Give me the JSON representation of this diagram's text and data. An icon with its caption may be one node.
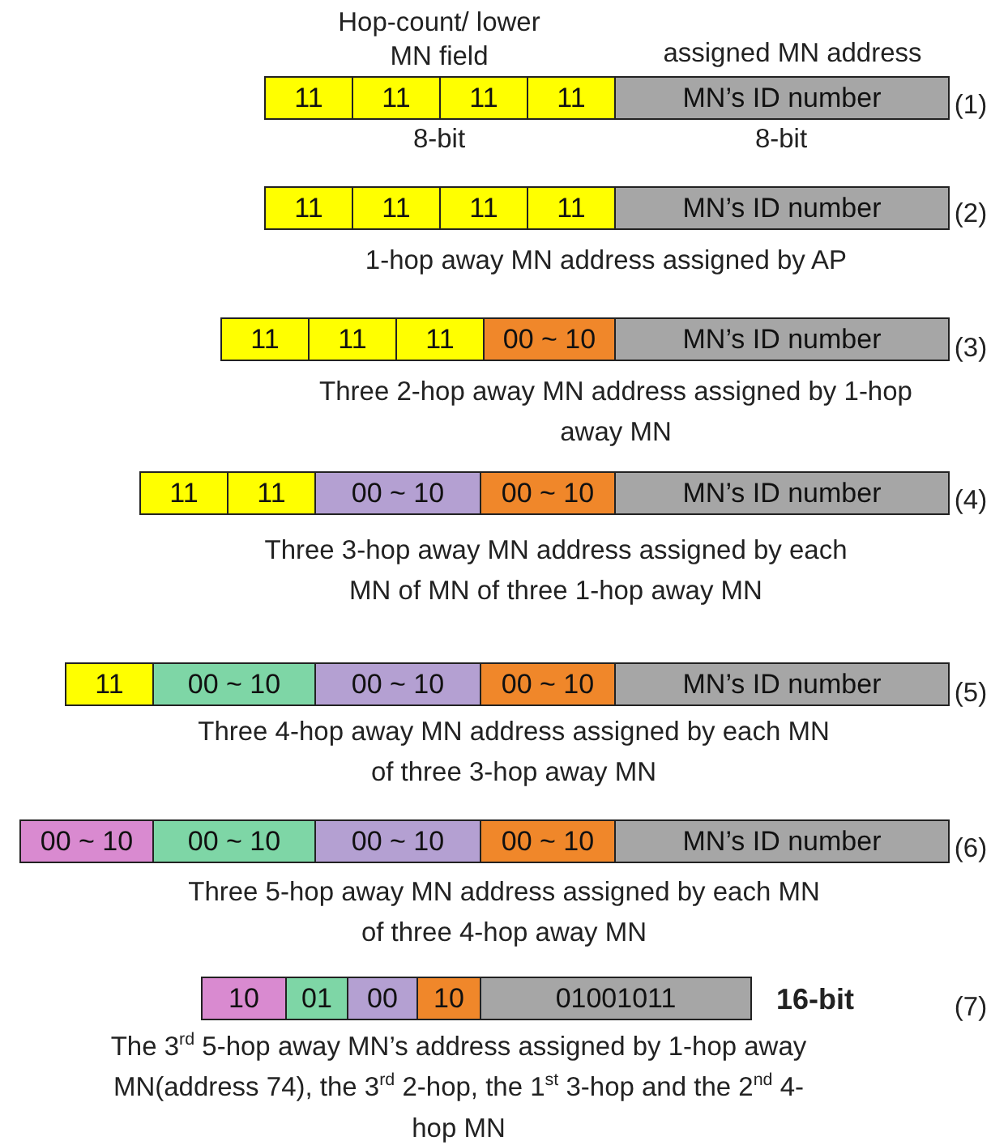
{
  "diagram": {
    "nodes": [
      {
        "text": [
          "11"
        ]
      },
      {
        "text": [
          "11"
        ]
      },
      {
        "text": [
          "11"
        ]
      },
      {
        "text": [
          "11"
        ]
      },
      {
        "text": [
          "MN’s ID number"
        ]
      },
      {
        "text": [
          "11"
        ]
      },
      {
        "text": [
          "11"
        ]
      },
      {
        "text": [
          "11"
        ]
      },
      {
        "text": [
          "11"
        ]
      },
      {
        "text": [
          "MN’s ID number"
        ]
      },
      {
        "text": [
          "11"
        ]
      },
      {
        "text": [
          "11"
        ]
      },
      {
        "text": [
          "11"
        ]
      },
      {
        "text": [
          "00 ~ 10"
        ]
      },
      {
        "text": [
          "MN’s ID number"
        ]
      },
      {
        "text": [
          "11"
        ]
      },
      {
        "text": [
          "11"
        ]
      },
      {
        "text": [
          "00 ~ 10"
        ]
      },
      {
        "text": [
          "00 ~ 10"
        ]
      },
      {
        "text": [
          "MN’s ID number"
        ]
      },
      {
        "text": [
          "11"
        ]
      },
      {
        "text": [
          "00 ~ 10"
        ]
      },
      {
        "text": [
          "00 ~ 10"
        ]
      },
      {
        "text": [
          "00 ~ 10"
        ]
      },
      {
        "text": [
          "MN’s ID number"
        ]
      },
      {
        "text": [
          "00 ~ 10"
        ]
      },
      {
        "text": [
          "00 ~ 10"
        ]
      },
      {
        "text": [
          "00 ~ 10"
        ]
      },
      {
        "text": [
          "00 ~ 10"
        ]
      },
      {
        "text": [
          "MN’s ID number"
        ]
      },
      {
        "text": [
          "10"
        ]
      },
      {
        "text": [
          "01"
        ]
      },
      {
        "text": [
          "00"
        ]
      },
      {
        "text": [
          "10"
        ]
      },
      {
        "text": [
          "01001011"
        ]
      }
    ],
    "labels": [
      "Hop-count/ lower MN field",
      "assigned MN address",
      "(1)",
      "8-bit",
      "8-bit",
      "(2)",
      "1-hop away MN address assigned by AP",
      "(3)",
      "Three 2-hop away MN address assigned by 1-hop away MN",
      "(4)",
      "Three 3-hop away MN address assigned by each MN of MN of three 1-hop away MN",
      "(5)",
      "Three 4-hop away MN address assigned by each MN of three 3-hop away MN",
      "(6)",
      "Three 5-hop away MN address assigned by each MN of three 4-hop away MN",
      "16-bit",
      "(7)",
      "The 3$^{rd}$ 5-hop away MN’s address assigned by 1-hop away MN(address 74), the 3$^{rd}$ 2-hop, the 1$^{st}$ 3-hop and the 2$^{nd}$ 4-hop MN"
    ]
  }
}
